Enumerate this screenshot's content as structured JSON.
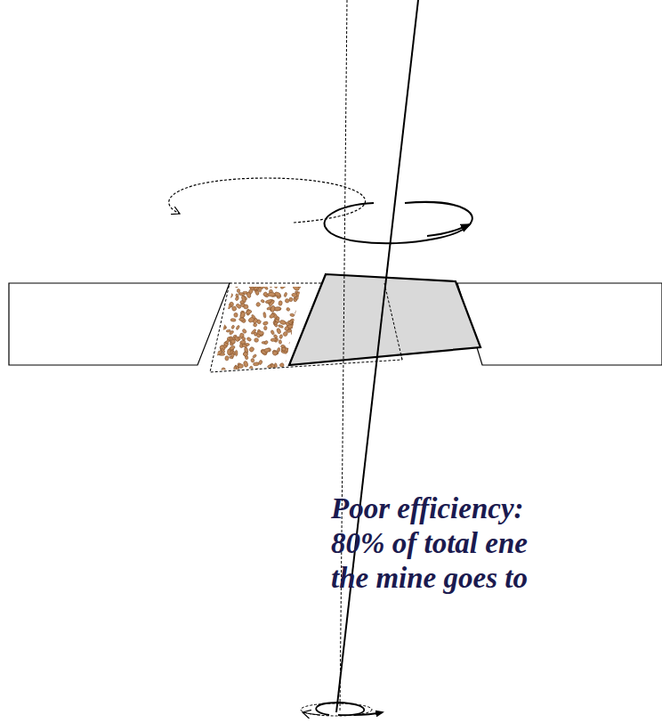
{
  "diagram": {
    "labels": [
      "Poor efficiency:",
      "80% of total ene",
      "the mine goes to"
    ]
  }
}
